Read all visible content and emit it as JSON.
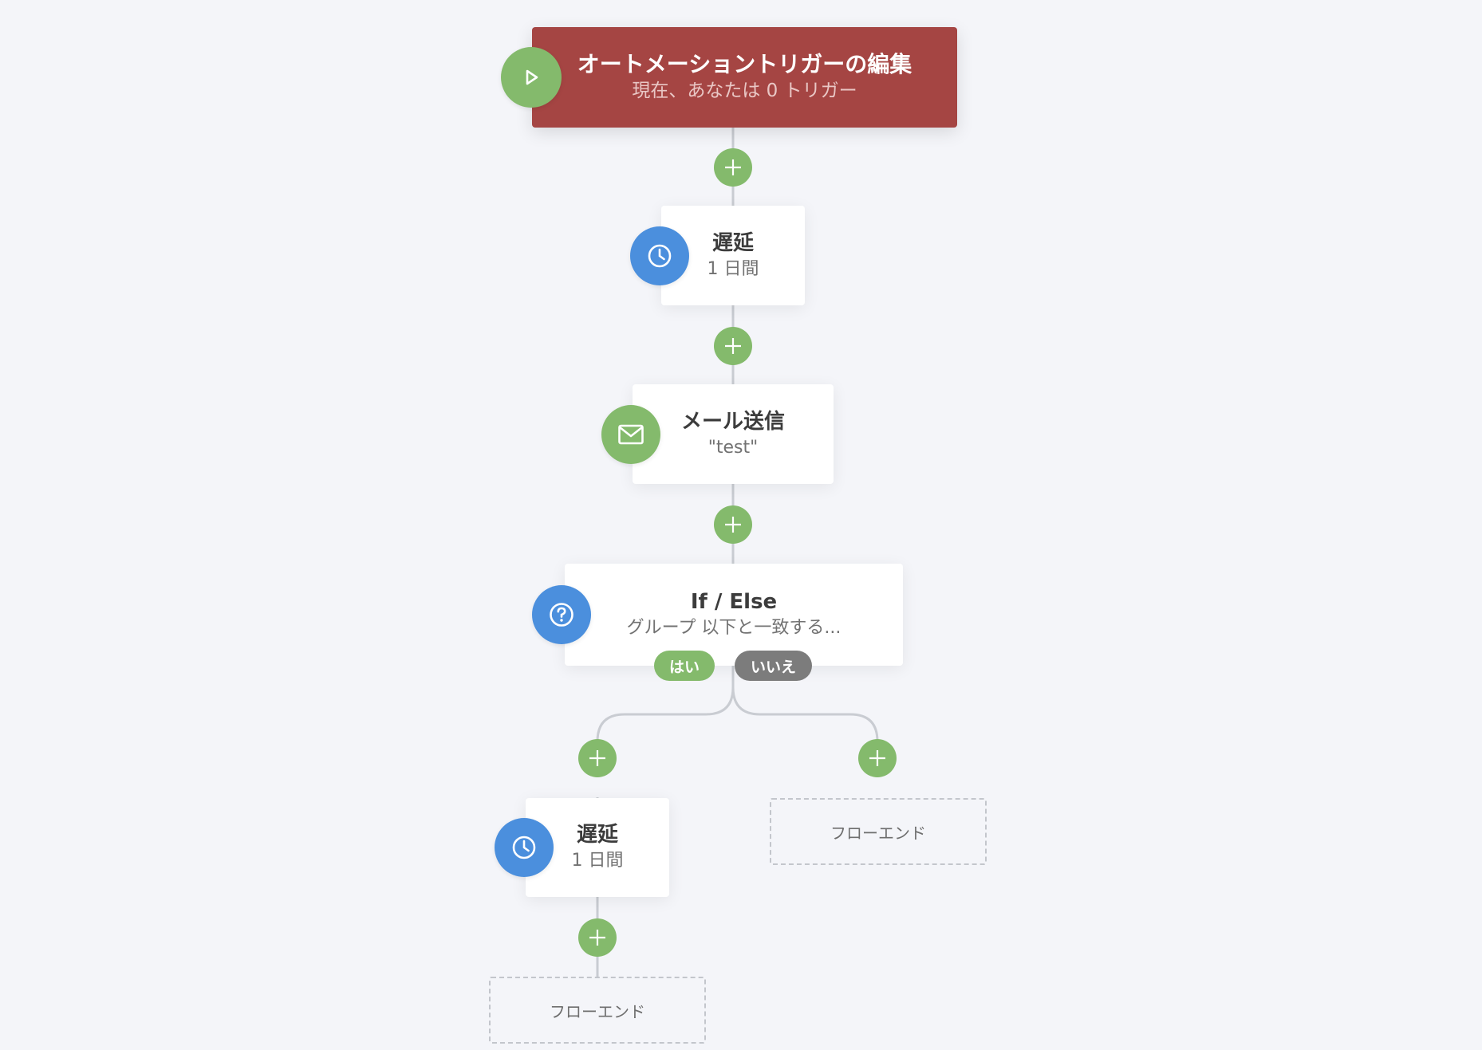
{
  "trigger": {
    "title": "オートメーショントリガーの編集",
    "subtitle": "現在、あなたは 0 トリガー",
    "icon": "play-icon",
    "color": "#a54543"
  },
  "steps": {
    "delay_1": {
      "title": "遅延",
      "subtitle": "1 日間",
      "icon": "clock-icon"
    },
    "email": {
      "title": "メール送信",
      "subtitle": "\"test\"",
      "icon": "mail-icon"
    },
    "if_else": {
      "title": "If / Else",
      "subtitle": "グループ 以下と一致する...",
      "icon": "question-icon",
      "yes_label": "はい",
      "no_label": "いいえ"
    },
    "delay_2": {
      "title": "遅延",
      "subtitle": "1 日間",
      "icon": "clock-icon"
    }
  },
  "flow_end_label": "フローエンド",
  "add_step_icon": "plus-icon",
  "colors": {
    "background": "#f4f5f9",
    "accent_green": "#84ba6c",
    "accent_blue": "#4b8fdd",
    "trigger_red": "#a54543",
    "no_pill_gray": "#7c7c7c",
    "connector": "#c9ccd2"
  }
}
